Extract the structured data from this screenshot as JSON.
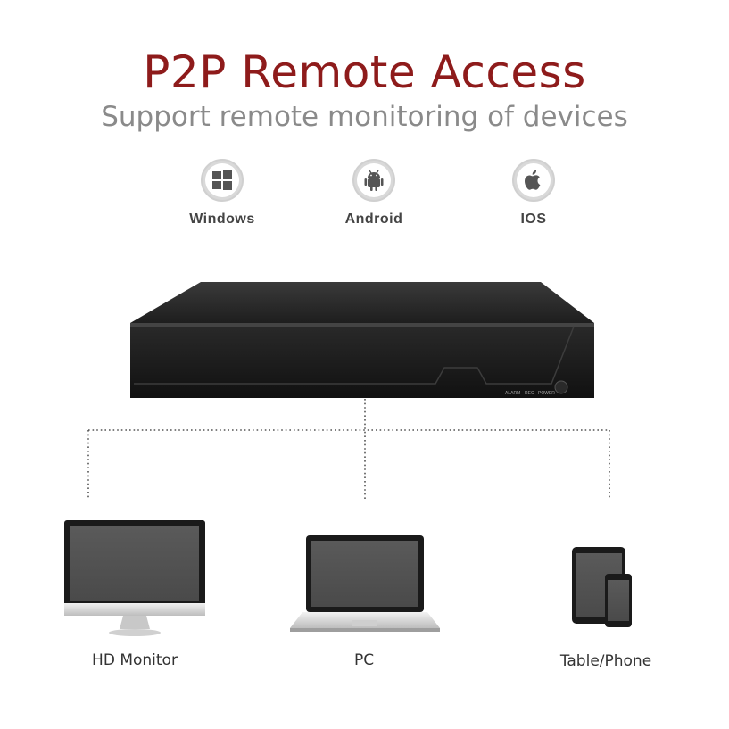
{
  "header": {
    "title": "P2P Remote Access",
    "subtitle": "Support remote monitoring of devices"
  },
  "platforms": [
    {
      "label": "Windows",
      "icon": "windows-icon"
    },
    {
      "label": "Android",
      "icon": "android-icon"
    },
    {
      "label": "IOS",
      "icon": "apple-icon"
    }
  ],
  "nvr": {
    "indicators": [
      "ALARM",
      "REC",
      "POWER"
    ]
  },
  "devices": [
    {
      "label": "HD Monitor",
      "icon": "monitor-icon"
    },
    {
      "label": "PC",
      "icon": "laptop-icon"
    },
    {
      "label": "Table/Phone",
      "icon": "tablet-phone-icon"
    }
  ],
  "colors": {
    "title": "#8e1b1b",
    "subtitle": "#8a8a8a",
    "device_body": "#1c1c1c"
  }
}
